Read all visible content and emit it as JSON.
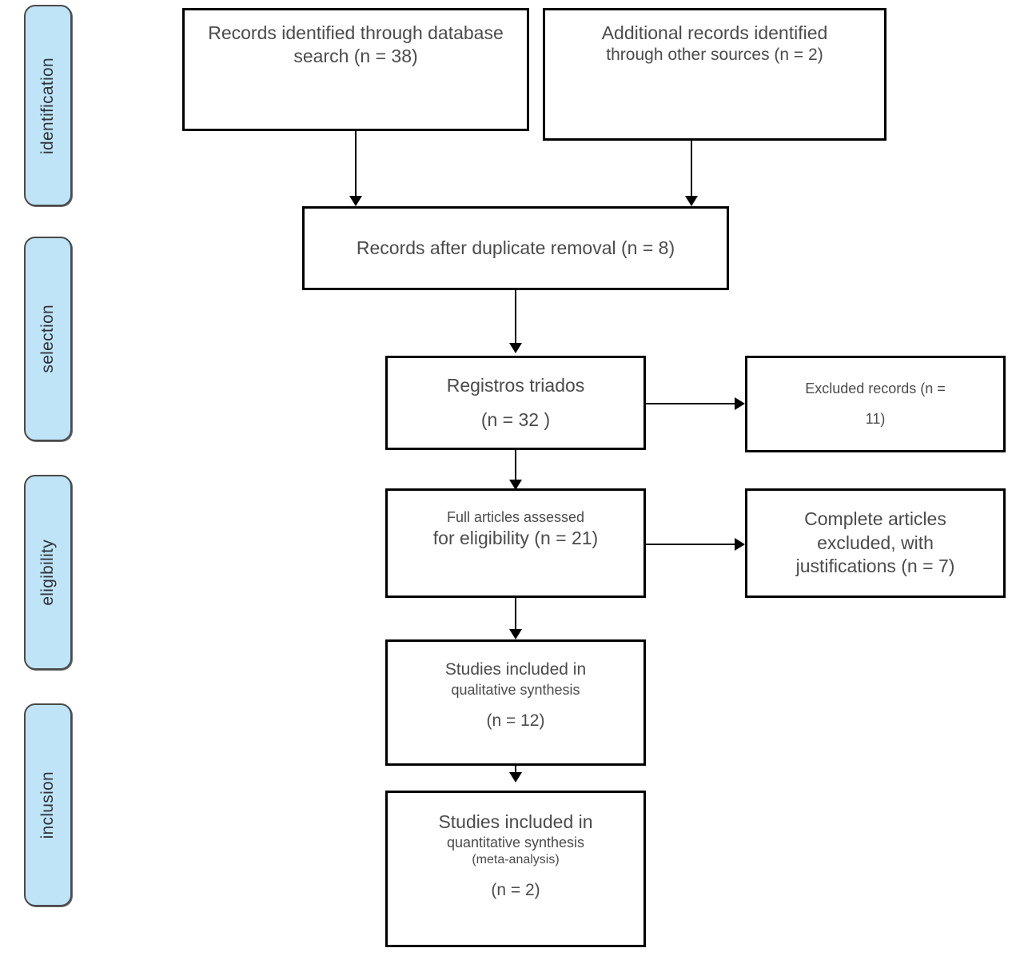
{
  "diagram": {
    "type": "prisma-flow-diagram",
    "stages": [
      {
        "id": "identification",
        "label": "identification"
      },
      {
        "id": "selection",
        "label": "selection"
      },
      {
        "id": "eligibility",
        "label": "eligibility"
      },
      {
        "id": "inclusion",
        "label": "inclusion"
      }
    ],
    "boxes": {
      "database_search": {
        "line1": "Records identified through database",
        "line2": "search (n = 38)"
      },
      "other_sources": {
        "line1": "Additional records identified",
        "line2": "through other sources (n = 2)"
      },
      "after_duplicates": {
        "line1": "Records after duplicate removal (n = 8)"
      },
      "screened_records": {
        "line1": "Registros triados",
        "line2": "(n = 32 )"
      },
      "excluded_records": {
        "line1": "Excluded records (n =",
        "line2": "11)"
      },
      "full_articles": {
        "line1": "Full articles assessed",
        "line2": "for eligibility (n = 21)"
      },
      "complete_excluded": {
        "line1": "Complete articles",
        "line2": "excluded, with",
        "line3": "justifications (n = 7)"
      },
      "qualitative": {
        "line1": "Studies included in",
        "line2": "qualitative synthesis",
        "line3": "(n = 12)"
      },
      "quantitative": {
        "line1": "Studies included in",
        "line2": "quantitative synthesis",
        "line3": "(meta-analysis)",
        "line4": "(n = 2)"
      }
    },
    "colors": {
      "stage_fill": "#bfe4f8",
      "stage_border": "#4a4a4a",
      "box_border": "#000000",
      "box_fill": "#ffffff",
      "text": "#4b4b4b",
      "connector": "#000000"
    }
  }
}
